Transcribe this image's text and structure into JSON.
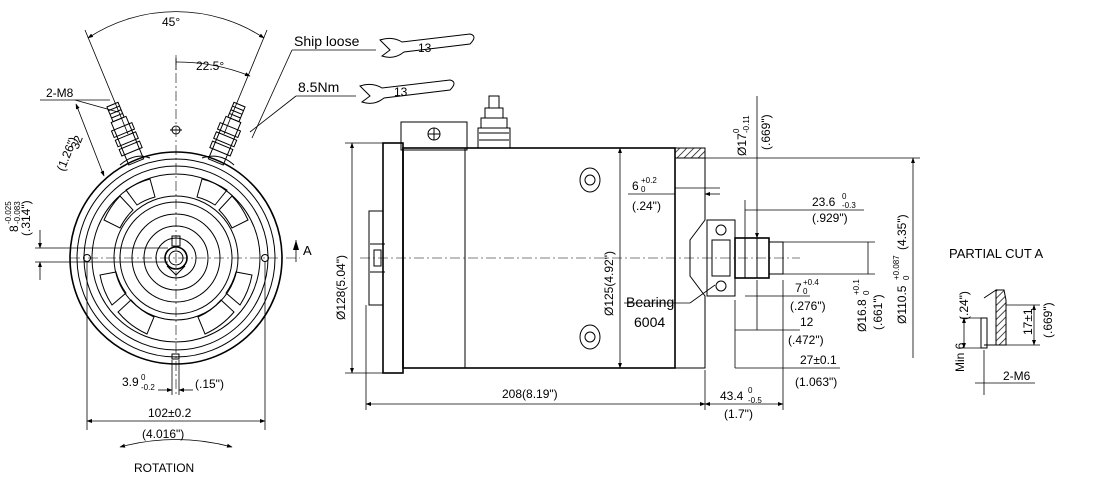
{
  "front_view": {
    "angle_45": "45°",
    "angle_22_5": "22.5°",
    "thread_2m8": "2-M8",
    "dim_32": "32",
    "dim_126_in": "(1.26\")",
    "key_dim_8": "8",
    "key_tol_upper": "-0.025",
    "key_tol_lower": "-0.083",
    "key_dim_in": "(.314\")",
    "label_a": "A",
    "dim_39": "3.9",
    "dim_39_tol_upper": "0",
    "dim_39_tol_lower": "-0.2",
    "dim_15_in": "(.15\")",
    "dim_102": "102±0.2",
    "dim_4016_in": "(4.016\")",
    "rotation": "ROTATION"
  },
  "callouts": {
    "ship_loose": "Ship loose",
    "wrench_13_a": "13",
    "torque": "8.5Nm",
    "wrench_13_b": "13"
  },
  "side_view": {
    "dia_128": "Ø128(5.04\")",
    "dia_125": "Ø125(4.92\")",
    "length_208": "208(8.19\")",
    "bearing_label": "Bearing",
    "bearing_code": "6004",
    "dia_17": "Ø17",
    "dia_17_tol_upper": "0",
    "dia_17_tol_lower": "-0.11",
    "dia_17_in": "(.669\")",
    "dim_6": "6",
    "dim_6_tol_upper": "+0.2",
    "dim_6_tol_lower": "0",
    "dim_6_in": "(.24\")",
    "dim_236": "23.6",
    "dim_236_tol_upper": "0",
    "dim_236_tol_lower": "-0.3",
    "dim_236_in": "(.929\")",
    "dim_7": "7",
    "dim_7_tol_upper": "+0.4",
    "dim_7_tol_lower": "0",
    "dim_7_in": "(.276\")",
    "dim_12": "12",
    "dim_12_in": "(.472\")",
    "dia_168": "Ø16.8",
    "dia_168_tol_upper": "+0.1",
    "dia_168_tol_lower": "0",
    "dia_168_in": "(.661\")",
    "dia_1105": "Ø110.5",
    "dia_1105_tol_upper": "+0.087",
    "dia_1105_tol_lower": "0",
    "dia_1105_in": "(4.35\")",
    "dim_27": "27±0.1",
    "dim_27_in": "(1.063\")",
    "dim_434": "43.4",
    "dim_434_tol_upper": "0",
    "dim_434_tol_lower": "-0.5",
    "dim_434_in": "(1.7\")"
  },
  "partial_cut": {
    "title": "PARTIAL CUT A",
    "dim_24_in": "(.24\")",
    "min_6": "Min 6",
    "dim_17": "17±1",
    "dim_17_in": "(.669\")",
    "thread_2m6": "2-M6"
  }
}
